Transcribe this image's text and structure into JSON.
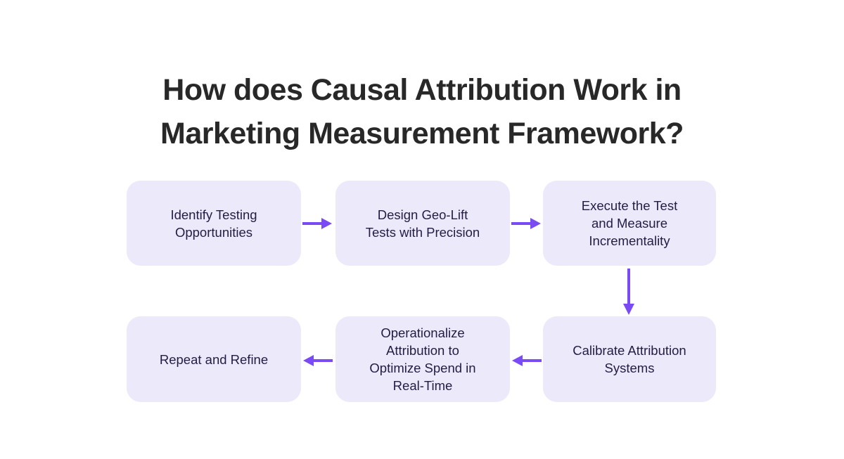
{
  "title": "How does Causal Attribution Work in\nMarketing Measurement Framework?",
  "steps": [
    {
      "id": 1,
      "label": "Identify Testing\nOpportunities"
    },
    {
      "id": 2,
      "label": "Design Geo-Lift\nTests with Precision"
    },
    {
      "id": 3,
      "label": "Execute the Test\nand Measure\nIncrementality"
    },
    {
      "id": 4,
      "label": "Calibrate Attribution\nSystems"
    },
    {
      "id": 5,
      "label": "Operationalize\nAttribution to\nOptimize Spend in\nReal-Time"
    },
    {
      "id": 6,
      "label": "Repeat and Refine"
    }
  ],
  "flow": [
    {
      "from": "Identify Testing Opportunities",
      "to": "Design Geo-Lift Tests with Precision",
      "direction": "right"
    },
    {
      "from": "Design Geo-Lift Tests with Precision",
      "to": "Execute the Test and Measure Incrementality",
      "direction": "right"
    },
    {
      "from": "Execute the Test and Measure Incrementality",
      "to": "Calibrate Attribution Systems",
      "direction": "down"
    },
    {
      "from": "Calibrate Attribution Systems",
      "to": "Operationalize Attribution to Optimize Spend in Real-Time",
      "direction": "left"
    },
    {
      "from": "Operationalize Attribution to Optimize Spend in Real-Time",
      "to": "Repeat and Refine",
      "direction": "left"
    }
  ],
  "colors": {
    "background": "#FFFFFF",
    "title_text": "#282828",
    "box_background": "#ECE9FA",
    "box_text": "#241C45",
    "arrow": "#7A4BF5"
  }
}
